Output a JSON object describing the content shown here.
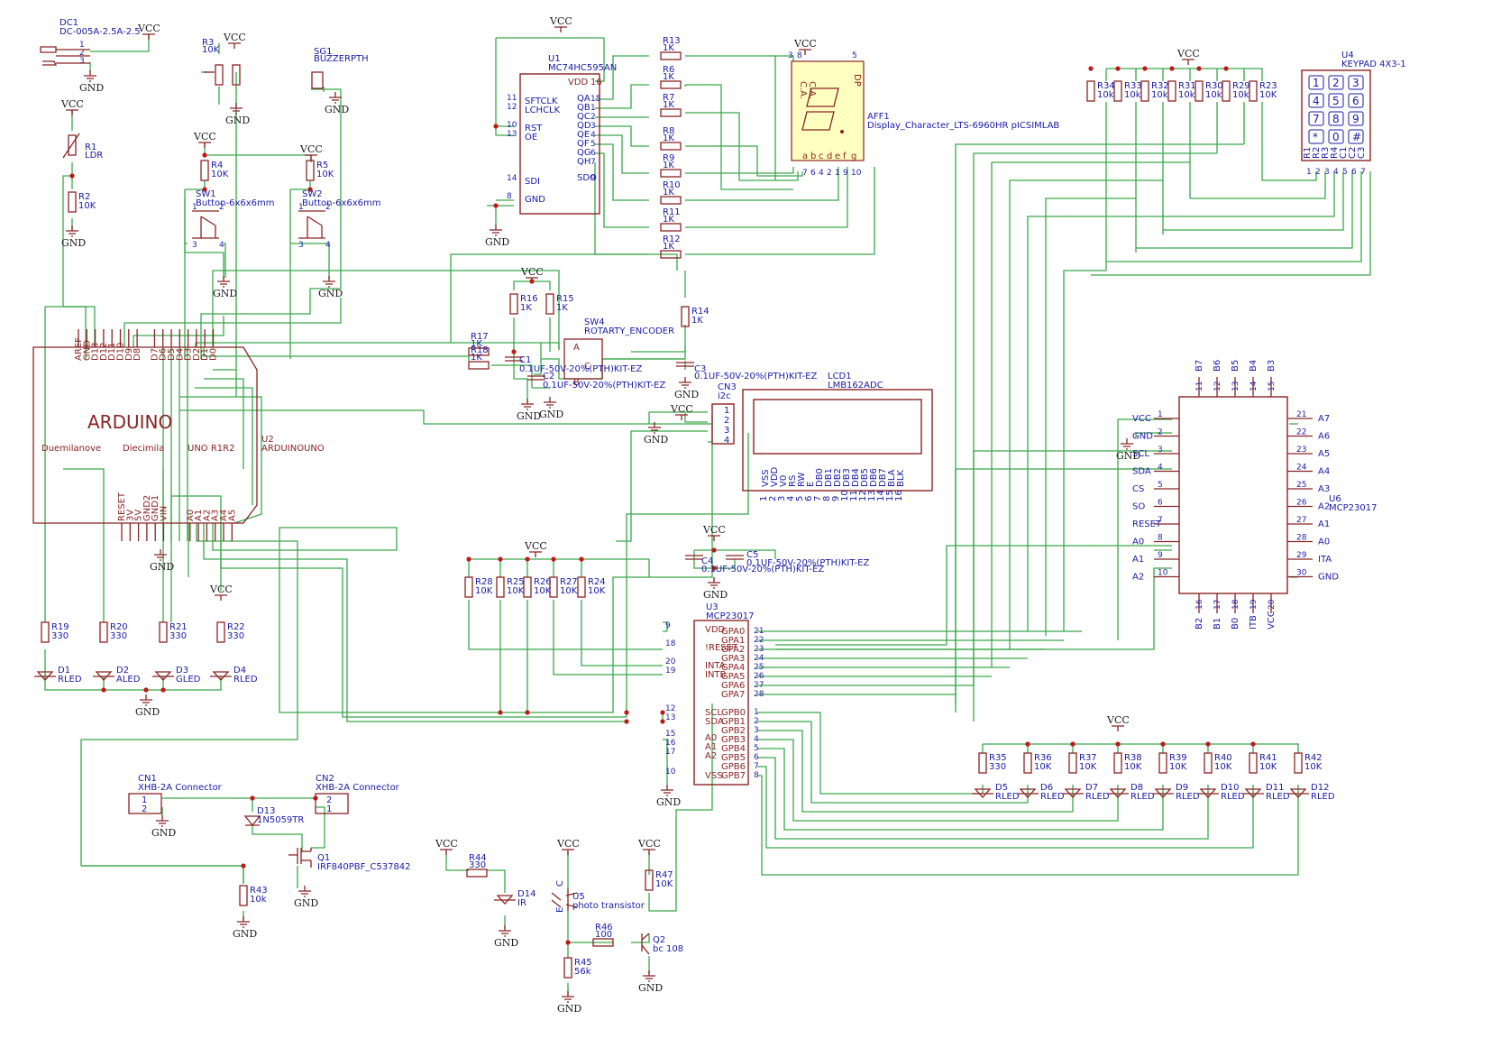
{
  "net_labels": {
    "vcc": "VCC",
    "gnd": "GND"
  },
  "components": {
    "dc1": {
      "ref": "DC1",
      "value": "DC-005A-2.5A-2.5",
      "pins": [
        "1",
        "2",
        "3"
      ]
    },
    "r3": {
      "ref": "R3",
      "value": "10K"
    },
    "sg1": {
      "ref": "SG1",
      "value": "BUZZERPTH"
    },
    "r1": {
      "ref": "R1",
      "value": "LDR"
    },
    "r2": {
      "ref": "R2",
      "value": "10K"
    },
    "r4": {
      "ref": "R4",
      "value": "10K"
    },
    "r5": {
      "ref": "R5",
      "value": "10K"
    },
    "sw1": {
      "ref": "SW1",
      "value": "Button-6x6x6mm",
      "pins": [
        "1",
        "2",
        "3",
        "4"
      ]
    },
    "sw2": {
      "ref": "SW2",
      "value": "Button-6x6x6mm",
      "pins": [
        "1",
        "2",
        "3",
        "4"
      ]
    },
    "u1": {
      "ref": "U1",
      "value": "MC74HC595AN",
      "left_pins": [
        {
          "n": "11",
          "name": "SFTCLK"
        },
        {
          "n": "12",
          "name": "LCHCLK"
        },
        {
          "n": "10",
          "name": "RST"
        },
        {
          "n": "13",
          "name": "OE"
        },
        {
          "n": "14",
          "name": "SDI"
        },
        {
          "n": "8",
          "name": "GND"
        }
      ],
      "right_pins": [
        {
          "n": "16",
          "name": "VDD"
        },
        {
          "n": "15",
          "name": "QA"
        },
        {
          "n": "1",
          "name": "QB"
        },
        {
          "n": "2",
          "name": "QC"
        },
        {
          "n": "3",
          "name": "QD"
        },
        {
          "n": "4",
          "name": "QE"
        },
        {
          "n": "5",
          "name": "QF"
        },
        {
          "n": "6",
          "name": "QG"
        },
        {
          "n": "7",
          "name": "QH"
        },
        {
          "n": "9",
          "name": "SDO"
        }
      ]
    },
    "seg_res": [
      {
        "ref": "R13",
        "value": "1K"
      },
      {
        "ref": "R6",
        "value": "1K"
      },
      {
        "ref": "R7",
        "value": "1K"
      },
      {
        "ref": "R8",
        "value": "1K"
      },
      {
        "ref": "R9",
        "value": "1K"
      },
      {
        "ref": "R10",
        "value": "1K"
      },
      {
        "ref": "R11",
        "value": "1K"
      },
      {
        "ref": "R12",
        "value": "1K"
      }
    ],
    "aff1": {
      "ref": "AFF1",
      "value": "Display_Character_LTS-6960HR pICSIMLAB",
      "top": [
        "C.A.",
        "C.A.",
        "DP"
      ],
      "bottom": [
        "a",
        "b",
        "c",
        "d",
        "e",
        "f",
        "g"
      ],
      "top_pins": [
        "3",
        "8",
        "5"
      ],
      "bottom_pins": [
        "7",
        "6",
        "4",
        "2",
        "1",
        "9",
        "10"
      ]
    },
    "row_res": [
      {
        "ref": "R34",
        "value": "10k"
      },
      {
        "ref": "R33",
        "value": "10k"
      },
      {
        "ref": "R32",
        "value": "10k"
      },
      {
        "ref": "R31",
        "value": "10k"
      },
      {
        "ref": "R30",
        "value": "10k"
      },
      {
        "ref": "R29",
        "value": "10k"
      },
      {
        "ref": "R23",
        "value": "10K"
      }
    ],
    "u4": {
      "ref": "U4",
      "value": "KEYPAD 4X3-1",
      "keys": [
        "1",
        "2",
        "3",
        "4",
        "5",
        "6",
        "7",
        "8",
        "9",
        "*",
        "0",
        "#"
      ],
      "pins": [
        "R1",
        "R2",
        "R3",
        "R4",
        "C1",
        "C2",
        "C3"
      ],
      "pin_nums": [
        "1",
        "2",
        "3",
        "4",
        "5",
        "6",
        "7"
      ]
    },
    "u2": {
      "ref": "U2",
      "value": "ARDUINOUNO",
      "brand": "ARDUINO",
      "variants": [
        "Duemilanove",
        "Diecimila",
        "UNO R1R2"
      ],
      "top_pins": [
        "AREF",
        "GND",
        "D13",
        "D12",
        "D11",
        "D10",
        "D9",
        "D8",
        "D7",
        "D6",
        "D5",
        "D4",
        "D3",
        "D2",
        "D1",
        "D0"
      ],
      "bottom_pins": [
        "RESET",
        "3V",
        "5V",
        "GND2",
        "GND1",
        "VIN",
        "A0",
        "A1",
        "A2",
        "A3",
        "A4",
        "A5"
      ]
    },
    "r17": {
      "ref": "R17",
      "value": "1K"
    },
    "r18": {
      "ref": "R18",
      "value": "1K"
    },
    "r16": {
      "ref": "R16",
      "value": "1K"
    },
    "r15": {
      "ref": "R15",
      "value": "1K"
    },
    "r14": {
      "ref": "R14",
      "value": "1K"
    },
    "sw4": {
      "ref": "SW4",
      "value": "ROTARTY_ENCODER",
      "pins": [
        "A",
        "C",
        "B"
      ]
    },
    "c1": {
      "ref": "C1",
      "value": "0.1UF-50V-20%(PTH)KIT-EZ"
    },
    "c2": {
      "ref": "C2",
      "value": "0.1UF-50V-20%(PTH)KIT-EZ"
    },
    "c3": {
      "ref": "C3",
      "value": "0.1UF-50V-20%(PTH)KIT-EZ"
    },
    "cn3": {
      "ref": "CN3",
      "value": "i2c",
      "pins": [
        "1",
        "2",
        "3",
        "4"
      ]
    },
    "lcd1": {
      "ref": "LCD1",
      "value": "LMB162ADC",
      "pins": [
        "VSS",
        "VDD",
        "V0",
        "RS",
        "RW",
        "E",
        "DB0",
        "DB1",
        "DB2",
        "DB3",
        "DB4",
        "DB5",
        "DB6",
        "DB7",
        "BLA",
        "BLK"
      ],
      "pin_nums": [
        "1",
        "2",
        "3",
        "4",
        "5",
        "6",
        "7",
        "8",
        "9",
        "10",
        "11",
        "12",
        "13",
        "14",
        "15",
        "16"
      ]
    },
    "u6": {
      "ref": "U6",
      "value": "MCP23017",
      "left": [
        {
          "n": "1",
          "name": "VCC"
        },
        {
          "n": "2",
          "name": "GND"
        },
        {
          "n": "3",
          "name": "SCL"
        },
        {
          "n": "4",
          "name": "SDA"
        },
        {
          "n": "5",
          "name": "CS"
        },
        {
          "n": "6",
          "name": "SO"
        },
        {
          "n": "7",
          "name": "RESET"
        },
        {
          "n": "8",
          "name": "A0"
        },
        {
          "n": "9",
          "name": "A1"
        },
        {
          "n": "10",
          "name": "A2"
        }
      ],
      "right": [
        {
          "n": "21",
          "name": "A7"
        },
        {
          "n": "22",
          "name": "A6"
        },
        {
          "n": "23",
          "name": "A5"
        },
        {
          "n": "24",
          "name": "A4"
        },
        {
          "n": "25",
          "name": "A3"
        },
        {
          "n": "26",
          "name": "A2"
        },
        {
          "n": "27",
          "name": "A1"
        },
        {
          "n": "28",
          "name": "A0"
        },
        {
          "n": "29",
          "name": "ITA"
        },
        {
          "n": "30",
          "name": "GND"
        }
      ],
      "top": [
        {
          "n": "11",
          "name": "B7"
        },
        {
          "n": "12",
          "name": "B6"
        },
        {
          "n": "13",
          "name": "B5"
        },
        {
          "n": "14",
          "name": "B4"
        },
        {
          "n": "15",
          "name": "B3"
        }
      ],
      "bottom": [
        {
          "n": "16",
          "name": "B2"
        },
        {
          "n": "17",
          "name": "B1"
        },
        {
          "n": "18",
          "name": "B0"
        },
        {
          "n": "19",
          "name": "ITB"
        },
        {
          "n": "20",
          "name": "VCC"
        }
      ]
    },
    "c4": {
      "ref": "C4",
      "value": "0.1UF-50V-20%(PTH)KIT-EZ"
    },
    "c5": {
      "ref": "C5",
      "value": "0.1UF-50V-20%(PTH)KIT-EZ"
    },
    "pull_res": [
      {
        "ref": "R28",
        "value": "10K"
      },
      {
        "ref": "R25",
        "value": "10K"
      },
      {
        "ref": "R26",
        "value": "10K"
      },
      {
        "ref": "R27",
        "value": "10K"
      },
      {
        "ref": "R24",
        "value": "10K"
      }
    ],
    "u3": {
      "ref": "U3",
      "value": "MCP23017",
      "left": [
        {
          "n": "9",
          "name": "VDD"
        },
        {
          "n": "18",
          "name": "!RESET"
        },
        {
          "n": "20",
          "name": "INTA"
        },
        {
          "n": "19",
          "name": "INTB"
        },
        {
          "n": "12",
          "name": "SCL"
        },
        {
          "n": "13",
          "name": "SDA"
        },
        {
          "n": "15",
          "name": "A0"
        },
        {
          "n": "16",
          "name": "A1"
        },
        {
          "n": "17",
          "name": "A2"
        },
        {
          "n": "10",
          "name": "VSS"
        }
      ],
      "right": [
        {
          "n": "21",
          "name": "GPA0"
        },
        {
          "n": "22",
          "name": "GPA1"
        },
        {
          "n": "23",
          "name": "GPA2"
        },
        {
          "n": "24",
          "name": "GPA3"
        },
        {
          "n": "25",
          "name": "GPA4"
        },
        {
          "n": "26",
          "name": "GPA5"
        },
        {
          "n": "27",
          "name": "GPA6"
        },
        {
          "n": "28",
          "name": "GPA7"
        },
        {
          "n": "1",
          "name": "GPB0"
        },
        {
          "n": "2",
          "name": "GPB1"
        },
        {
          "n": "3",
          "name": "GPB2"
        },
        {
          "n": "4",
          "name": "GPB3"
        },
        {
          "n": "5",
          "name": "GPB4"
        },
        {
          "n": "6",
          "name": "GPB5"
        },
        {
          "n": "7",
          "name": "GPB6"
        },
        {
          "n": "8",
          "name": "GPB7"
        }
      ]
    },
    "left_leds": [
      {
        "rref": "R19",
        "rval": "330",
        "dref": "D1",
        "dval": "RLED"
      },
      {
        "rref": "R20",
        "rval": "330",
        "dref": "D2",
        "dval": "ALED"
      },
      {
        "rref": "R21",
        "rval": "330",
        "dref": "D3",
        "dval": "GLED"
      },
      {
        "rref": "R22",
        "rval": "330",
        "dref": "D4",
        "dval": "RLED"
      }
    ],
    "right_leds": [
      {
        "rref": "R35",
        "rval": "330",
        "dref": "D5",
        "dval": "RLED"
      },
      {
        "rref": "R36",
        "rval": "10K",
        "dref": "D6",
        "dval": "RLED"
      },
      {
        "rref": "R37",
        "rval": "10K",
        "dref": "D7",
        "dval": "RLED"
      },
      {
        "rref": "R38",
        "rval": "10K",
        "dref": "D8",
        "dval": "RLED"
      },
      {
        "rref": "R39",
        "rval": "10K",
        "dref": "D9",
        "dval": "RLED"
      },
      {
        "rref": "R40",
        "rval": "10K",
        "dref": "D10",
        "dval": "RLED"
      },
      {
        "rref": "R41",
        "rval": "10K",
        "dref": "D11",
        "dval": "RLED"
      },
      {
        "rref": "R42",
        "rval": "10K",
        "dref": "D12",
        "dval": "RLED"
      }
    ],
    "cn1": {
      "ref": "CN1",
      "value": "XHB-2A Connector",
      "pins": [
        "1",
        "2"
      ]
    },
    "cn2": {
      "ref": "CN2",
      "value": "XHB-2A Connector",
      "pins": [
        "2",
        "1"
      ]
    },
    "d13": {
      "ref": "D13",
      "value": "1N5059TR"
    },
    "q1": {
      "ref": "Q1",
      "value": "IRF840PBF_C537842"
    },
    "r43": {
      "ref": "R43",
      "value": "10k"
    },
    "r44": {
      "ref": "R44",
      "value": "330"
    },
    "d14": {
      "ref": "D14",
      "value": "IR"
    },
    "u5": {
      "ref": "U5",
      "value": "photo transistor",
      "pins": [
        "C",
        "E"
      ]
    },
    "r46": {
      "ref": "R46",
      "value": "100"
    },
    "r45": {
      "ref": "R45",
      "value": "56k"
    },
    "r47": {
      "ref": "R47",
      "value": "10K"
    },
    "q2": {
      "ref": "Q2",
      "value": "bc 108"
    }
  }
}
